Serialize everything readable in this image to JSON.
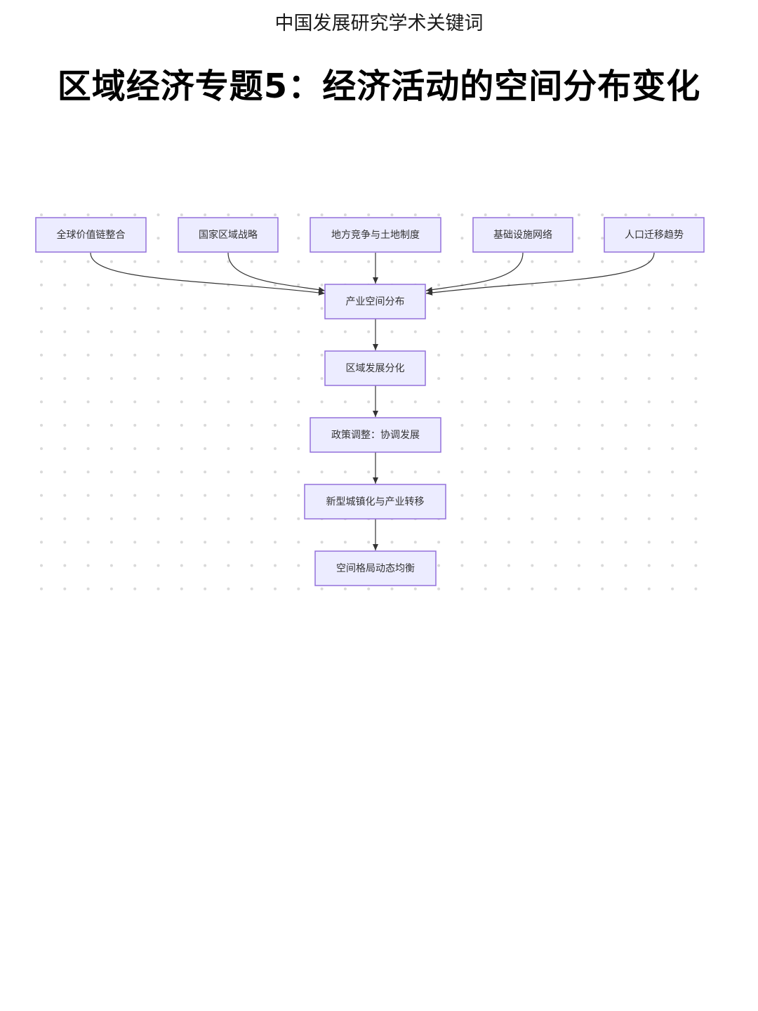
{
  "header": {
    "text": "中国发展研究学术关键词"
  },
  "title": {
    "text": "区域经济专题5：经济活动的空间分布变化"
  },
  "diagram": {
    "nodes": {
      "n1": "全球价值链整合",
      "n2": "国家区域战略",
      "n3": "地方竞争与土地制度",
      "n4": "基础设施网络",
      "n5": "人口迁移趋势",
      "n6": "产业空间分布",
      "n7": "区域发展分化",
      "n8": "政策调整：协调发展",
      "n9": "新型城镇化与产业转移",
      "n10": "空间格局动态均衡"
    },
    "edges": [
      [
        "n1",
        "n6"
      ],
      [
        "n2",
        "n6"
      ],
      [
        "n3",
        "n6"
      ],
      [
        "n4",
        "n6"
      ],
      [
        "n5",
        "n6"
      ],
      [
        "n6",
        "n7"
      ],
      [
        "n7",
        "n8"
      ],
      [
        "n8",
        "n9"
      ],
      [
        "n9",
        "n10"
      ]
    ],
    "colors": {
      "node_fill": "#ECECFF",
      "node_stroke": "#9370DB",
      "edge": "#333333"
    }
  }
}
